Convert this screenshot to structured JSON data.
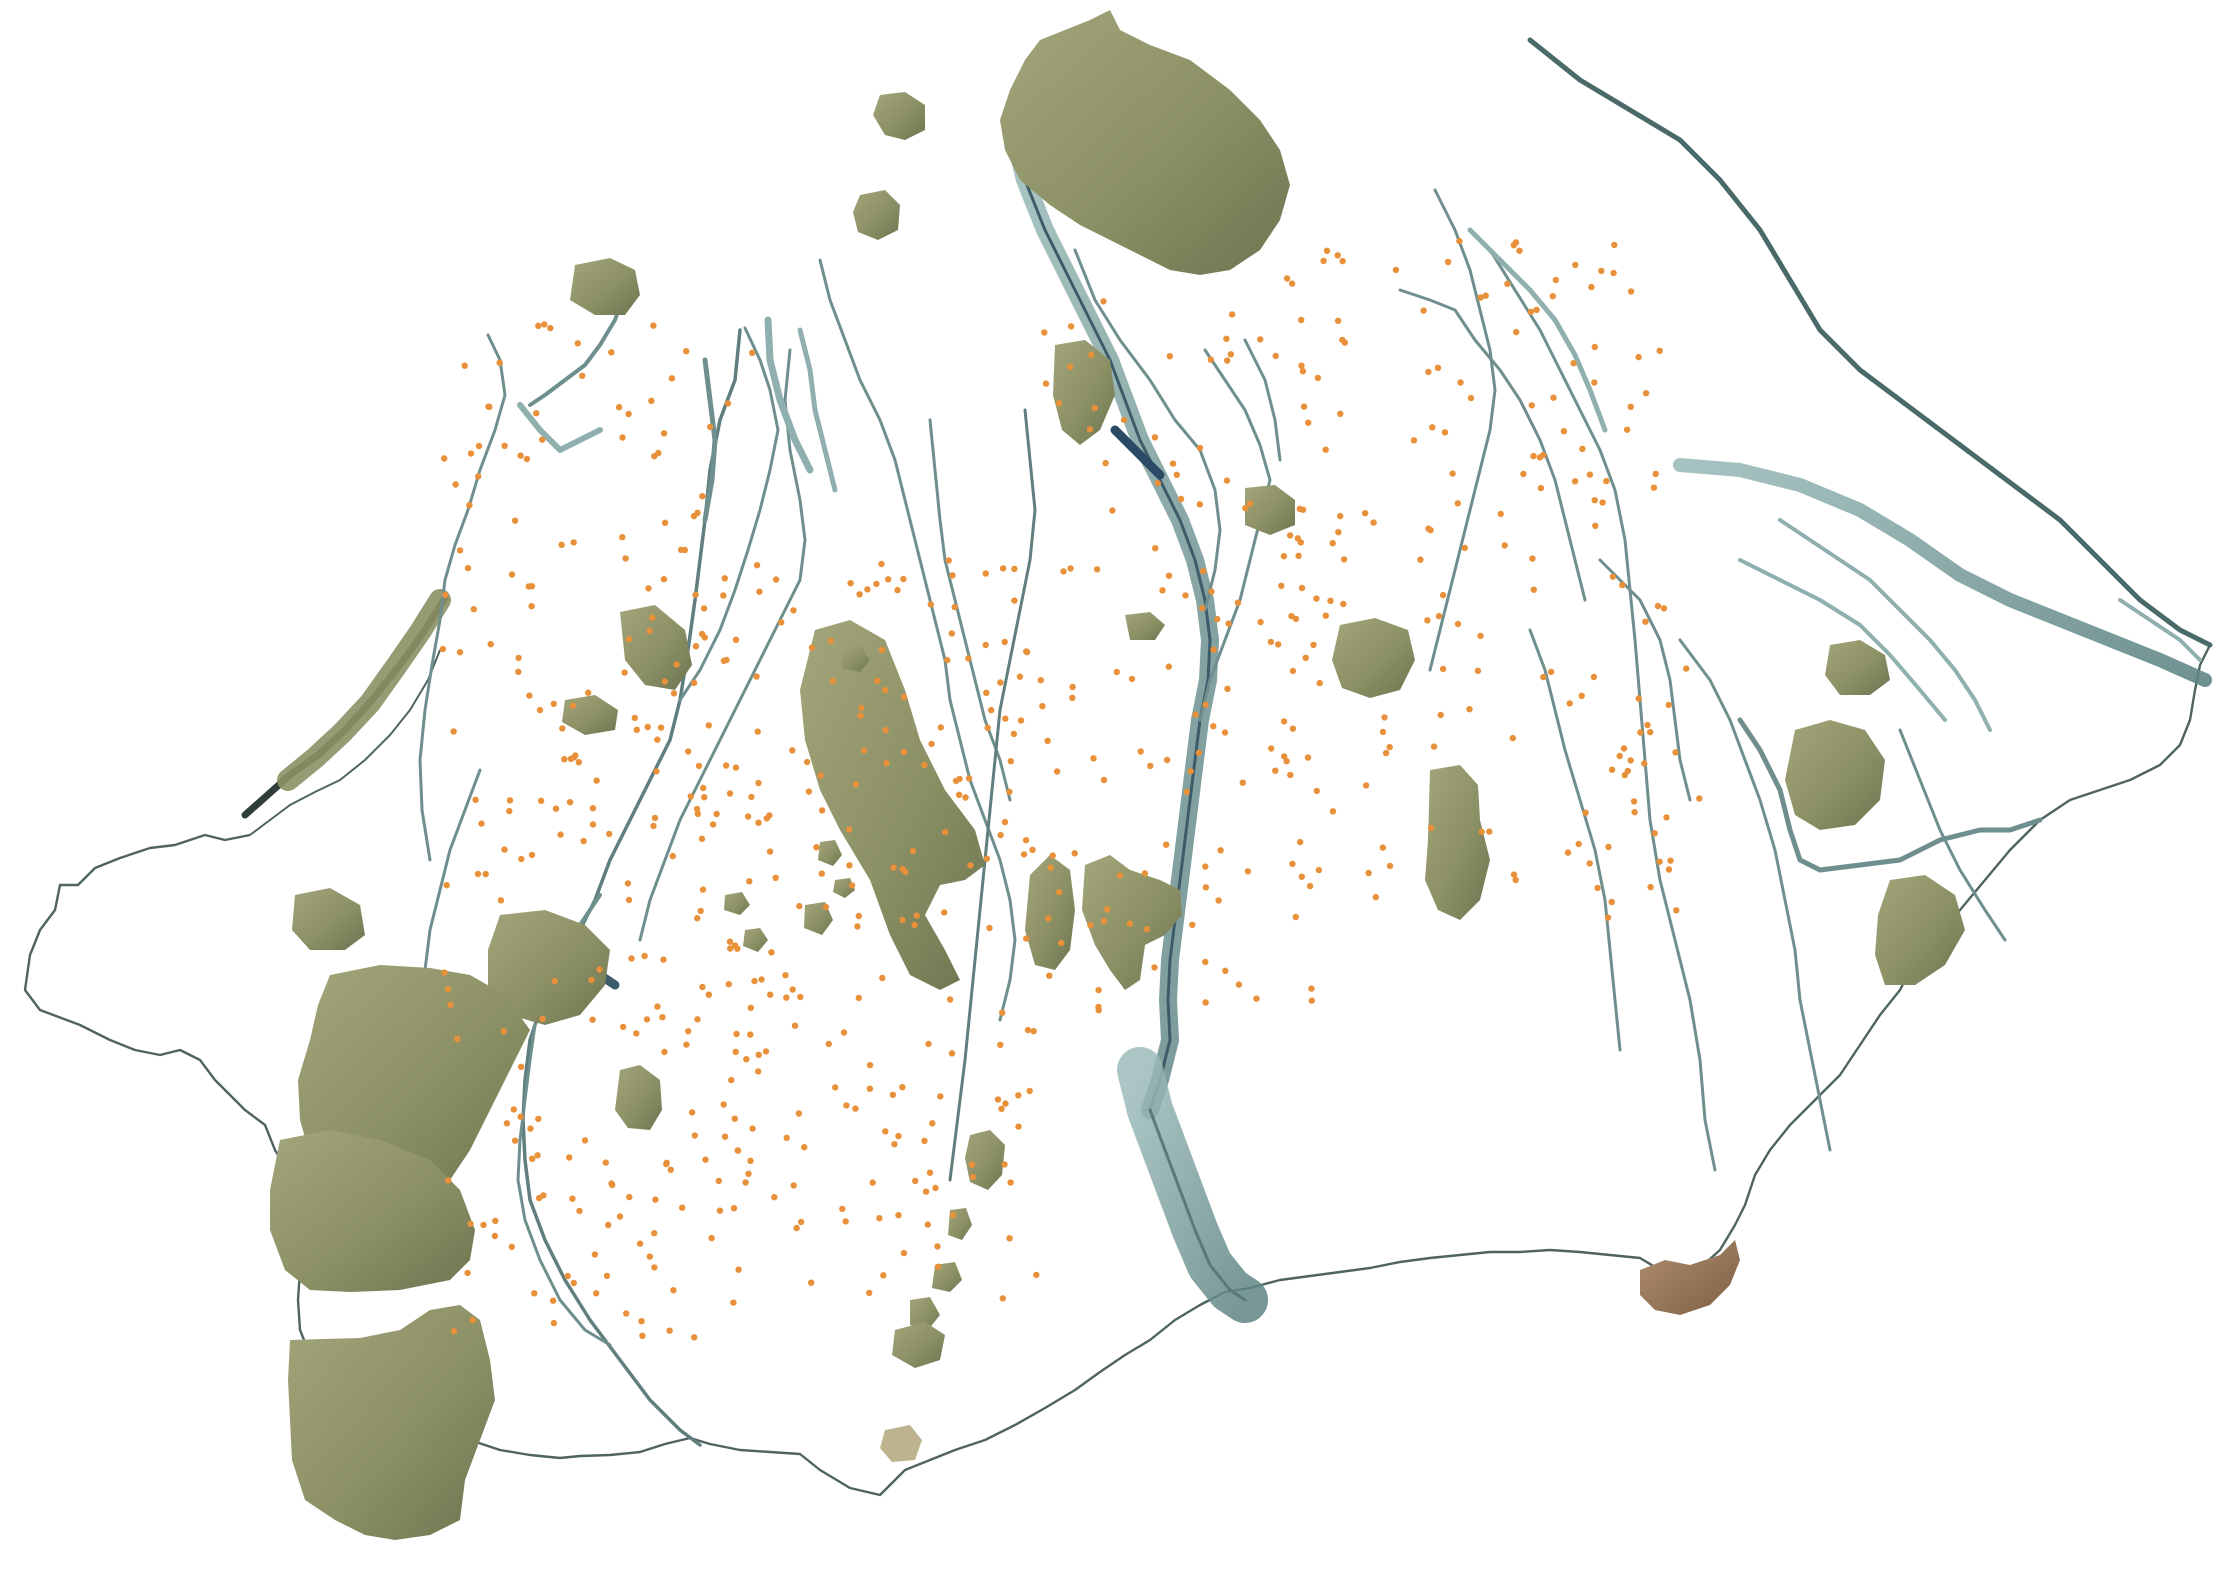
{
  "map": {
    "background_color": "#ffffff",
    "colors": {
      "boundary": "#4f6462",
      "river": "#6f8f8f",
      "river_shade": "#8fb0ae",
      "river_dark": "#3d5c6a",
      "terrain": "#8c9065",
      "terrain_light": "#a3a57a",
      "terrain_dark": "#6c7550",
      "terrain_brown": "#9a7a5c",
      "point": "#e8913a"
    },
    "layers": [
      {
        "name": "watershed-boundary",
        "kind": "outline"
      },
      {
        "name": "drainage-network",
        "kind": "lines"
      },
      {
        "name": "volcanic-terrain",
        "kind": "aerial-patches"
      },
      {
        "name": "sample-points",
        "kind": "points"
      }
    ]
  }
}
